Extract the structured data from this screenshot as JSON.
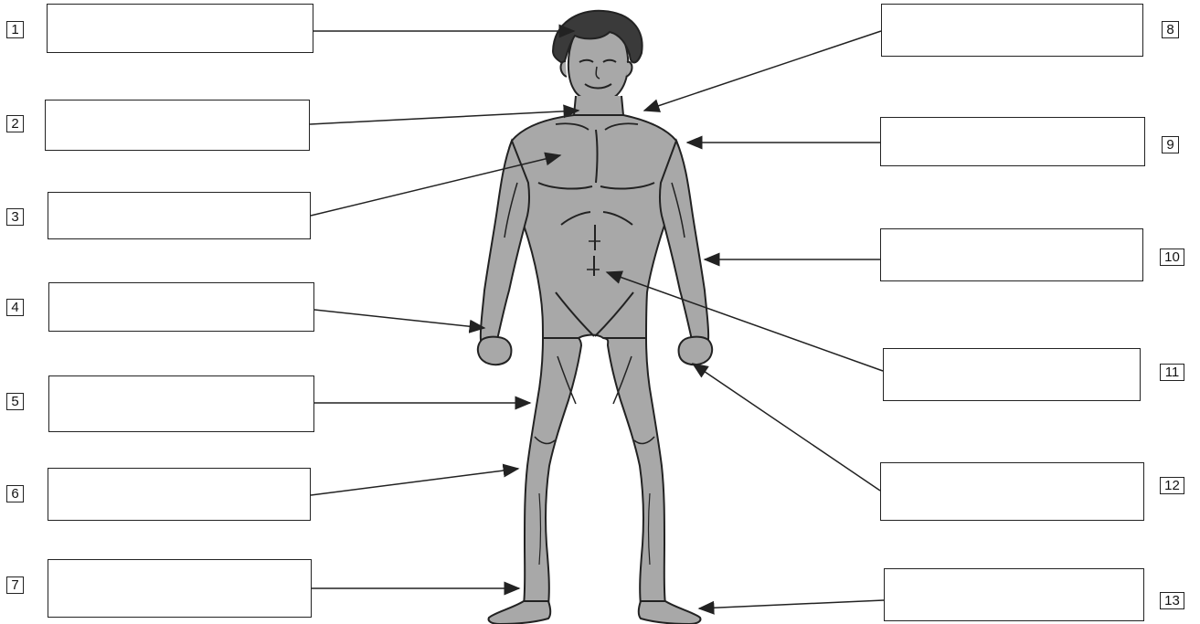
{
  "diagram": {
    "labels": [
      {
        "id": 1,
        "text": "1",
        "answer": ""
      },
      {
        "id": 2,
        "text": "2",
        "answer": ""
      },
      {
        "id": 3,
        "text": "3",
        "answer": ""
      },
      {
        "id": 4,
        "text": "4",
        "answer": ""
      },
      {
        "id": 5,
        "text": "5",
        "answer": ""
      },
      {
        "id": 6,
        "text": "6",
        "answer": ""
      },
      {
        "id": 7,
        "text": "7",
        "answer": ""
      },
      {
        "id": 8,
        "text": "8",
        "answer": ""
      },
      {
        "id": 9,
        "text": "9",
        "answer": ""
      },
      {
        "id": 10,
        "text": "10",
        "answer": ""
      },
      {
        "id": 11,
        "text": "11",
        "answer": ""
      },
      {
        "id": 12,
        "text": "12",
        "answer": ""
      },
      {
        "id": 13,
        "text": "13",
        "answer": ""
      }
    ],
    "colors": {
      "body": "#a8a8a8",
      "outline": "#222222",
      "hair": "#3a3a3a",
      "arrow": "#222222"
    }
  }
}
